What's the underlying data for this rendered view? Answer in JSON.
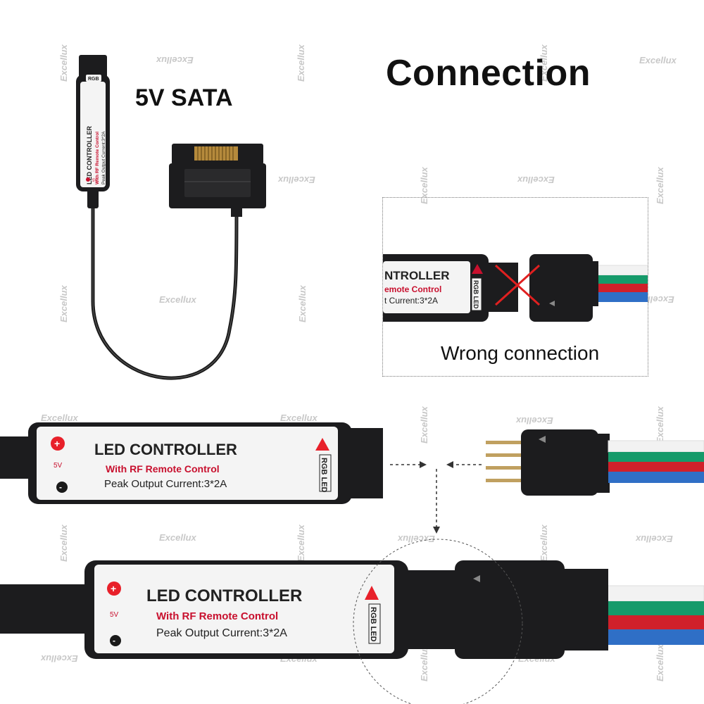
{
  "title": "Connection",
  "sata_label": "5V SATA",
  "wrong_label": "Wrong  connection",
  "controller": {
    "name": "LED CONTROLLER",
    "subtitle": "With RF Remote Control",
    "current": "Peak Output Current:3*2A",
    "rgb": "RGB LED",
    "voltage": "5V",
    "name_small": "LED CONTROLLER",
    "subtitle_small": "With RF Remote Control",
    "current_small": "Peak Output Current:3*2A",
    "rgb_small": "RGB",
    "voltage_small": "5V",
    "wrong_name": "NTROLLER",
    "wrong_subtitle": "emote Control",
    "wrong_current": "t Current:3*2A",
    "wrong_rgb": "RGB LED"
  },
  "watermark": "Excellux",
  "colors": {
    "controller_body": "#1c1c1e",
    "label_bg": "#f4f4f4",
    "red_text": "#c8102e",
    "wire_white": "#f2f2f2",
    "wire_red": "#d0202a",
    "wire_green": "#159a6a",
    "wire_blue": "#2f6fc6",
    "cross": "#e02020"
  }
}
